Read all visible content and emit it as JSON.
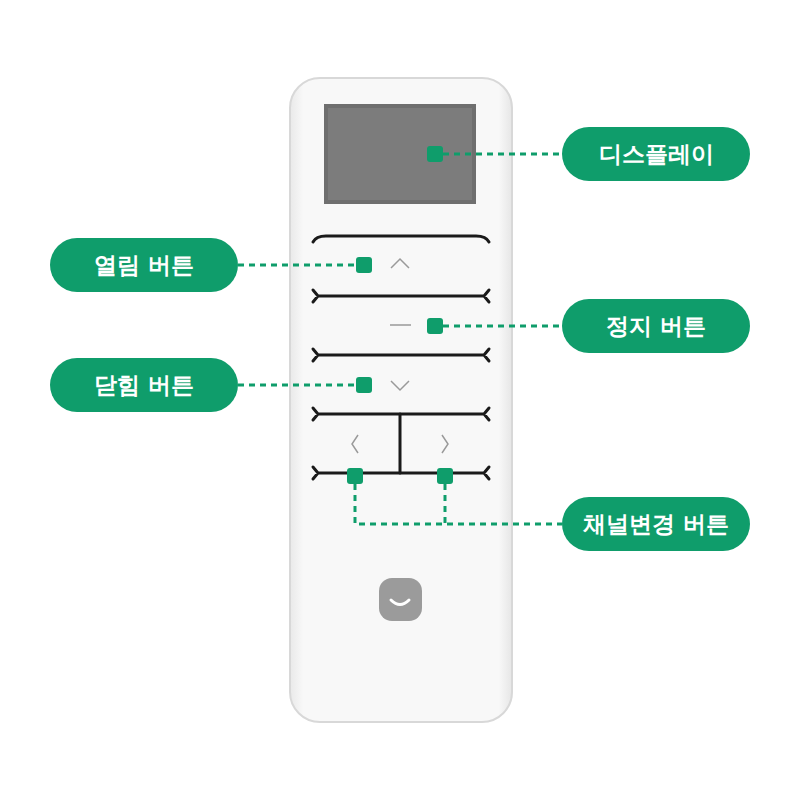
{
  "diagram": {
    "nodes": [
      {
        "text": [
          "디스플레이"
        ]
      },
      {
        "text": [
          "열림 버튼"
        ]
      },
      {
        "text": [
          "정지 버튼"
        ]
      },
      {
        "text": [
          "닫힘 버튼"
        ]
      },
      {
        "text": [
          "채널변경 버튼"
        ]
      }
    ]
  }
}
